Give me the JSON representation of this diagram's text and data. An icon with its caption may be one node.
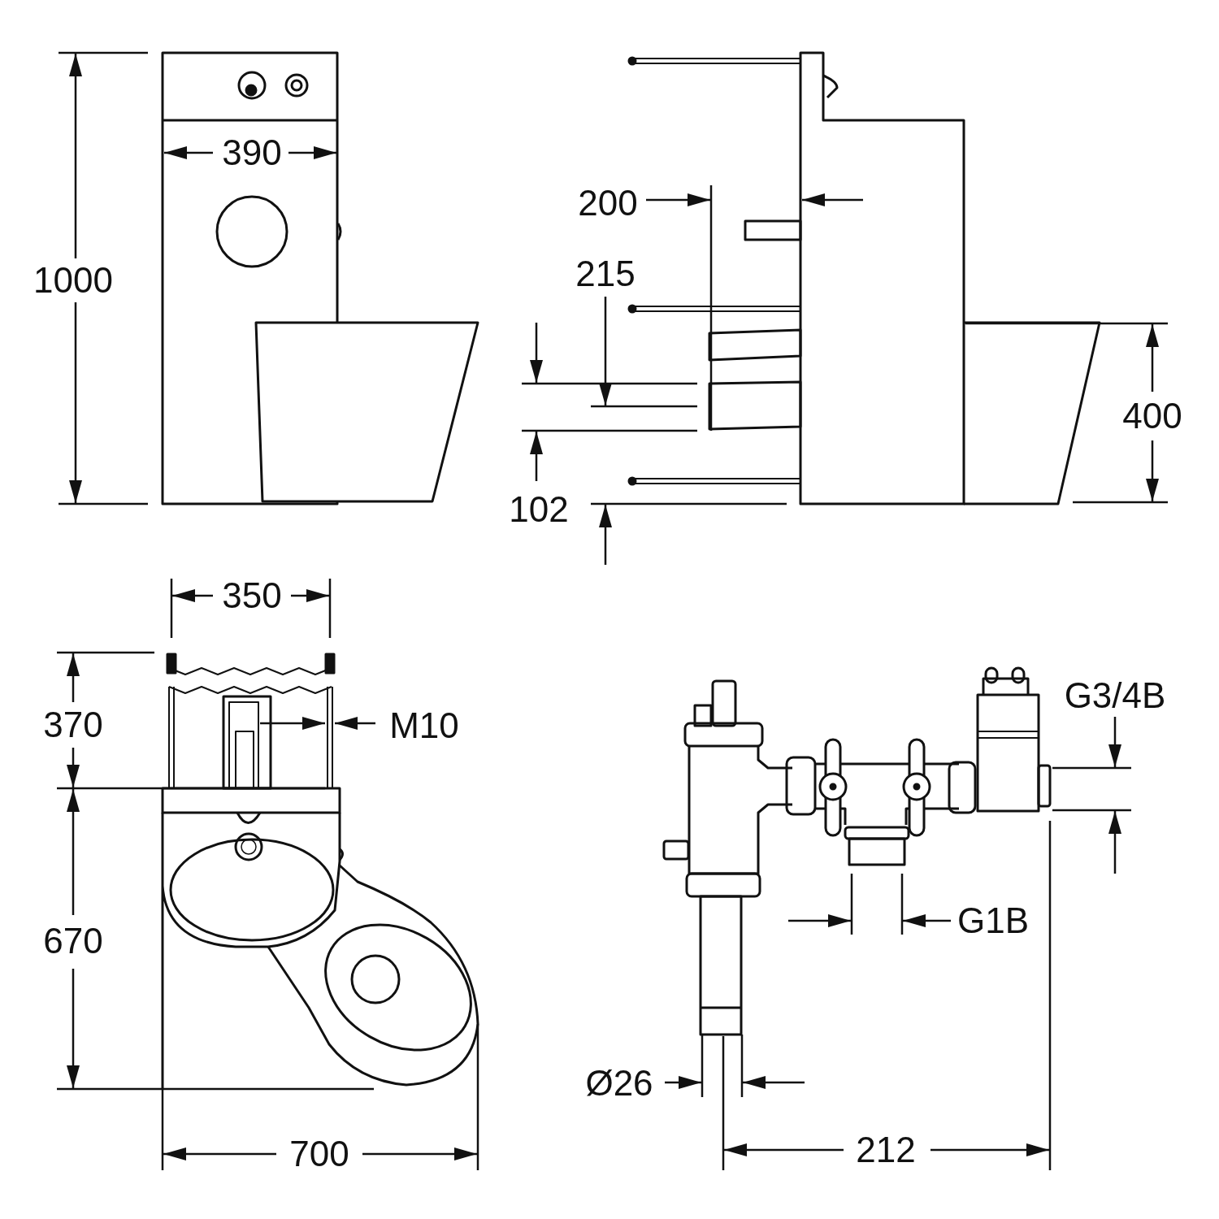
{
  "diagram": {
    "labels": [
      "390",
      "200",
      "1000",
      "215",
      "400",
      "102",
      "350",
      "370",
      "M10",
      "G3/4B",
      "G1B",
      "670",
      "Ø26",
      "700",
      "212"
    ]
  }
}
